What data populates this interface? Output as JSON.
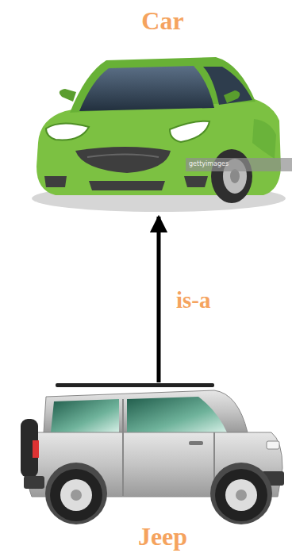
{
  "diagram": {
    "nodes": [
      {
        "text": [
          "Car"
        ]
      },
      {
        "text": [
          "Jeep"
        ]
      }
    ],
    "edges": [
      {
        "from": 1,
        "to": 0,
        "label": "is-a",
        "arrow": "to"
      }
    ],
    "labels": [
      "gettyimages"
    ]
  }
}
